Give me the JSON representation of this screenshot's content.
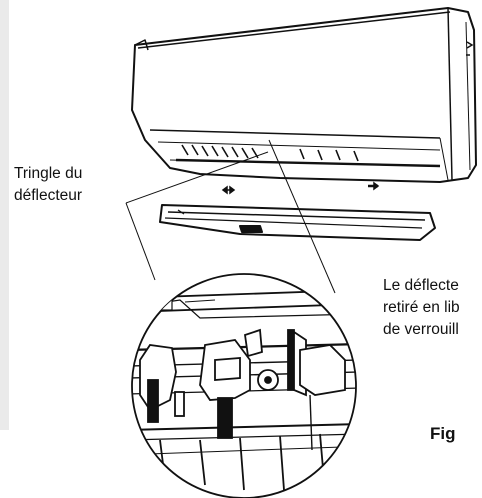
{
  "labels": {
    "deflector_rod_line1": "Tringle du",
    "deflector_rod_line2": "déflecteur",
    "removed_line1": "Le déflecte",
    "removed_line2": "retiré en lib",
    "removed_line3": "de verrouill",
    "figure_title": "Fig"
  }
}
